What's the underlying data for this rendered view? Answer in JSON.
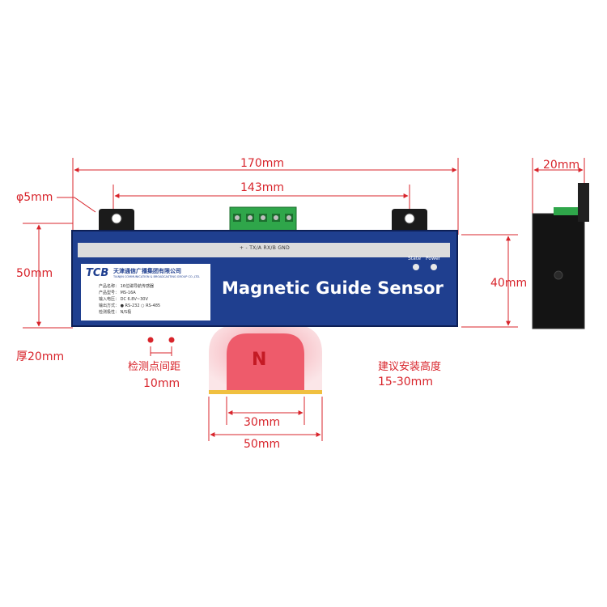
{
  "dimensions": {
    "total_length": "170mm",
    "hole_spacing": "143mm",
    "hole_diameter": "φ5mm",
    "front_height": "50mm",
    "thickness": "厚20mm",
    "side_width": "20mm",
    "side_height": "40mm",
    "inner_width": "30mm",
    "outer_width": "50mm"
  },
  "detection_spacing": {
    "label": "检测点间距",
    "value": "10mm"
  },
  "install_height": {
    "label": "建议安装高度",
    "value": "15-30mm"
  },
  "device": {
    "product_name": "Magnetic Guide Sensor",
    "logo": "TCB",
    "company_cn": "天津通信广播集团有限公司",
    "company_en": "TIANJIN COMMUNICATION & BROADCASTING GROUP CO.,LTD.",
    "terminal_label": "+   -   TX/A RX/B GND",
    "led_state": "State",
    "led_power": "Power",
    "specs": [
      "产品名称：  16位磁导航传感器",
      "产品型号：  MS-16A",
      "输入电压：  DC 6.8V~30V",
      "输出方式：  ● RS-232   ○ RS-485",
      "检测极性：  N/S极"
    ]
  },
  "magnet": {
    "pole": "N"
  },
  "colors": {
    "dimension": "#d8242b",
    "panel": "#1f3f8f",
    "terminal": "#2fa64a",
    "magnet": "#ee5b6b"
  }
}
